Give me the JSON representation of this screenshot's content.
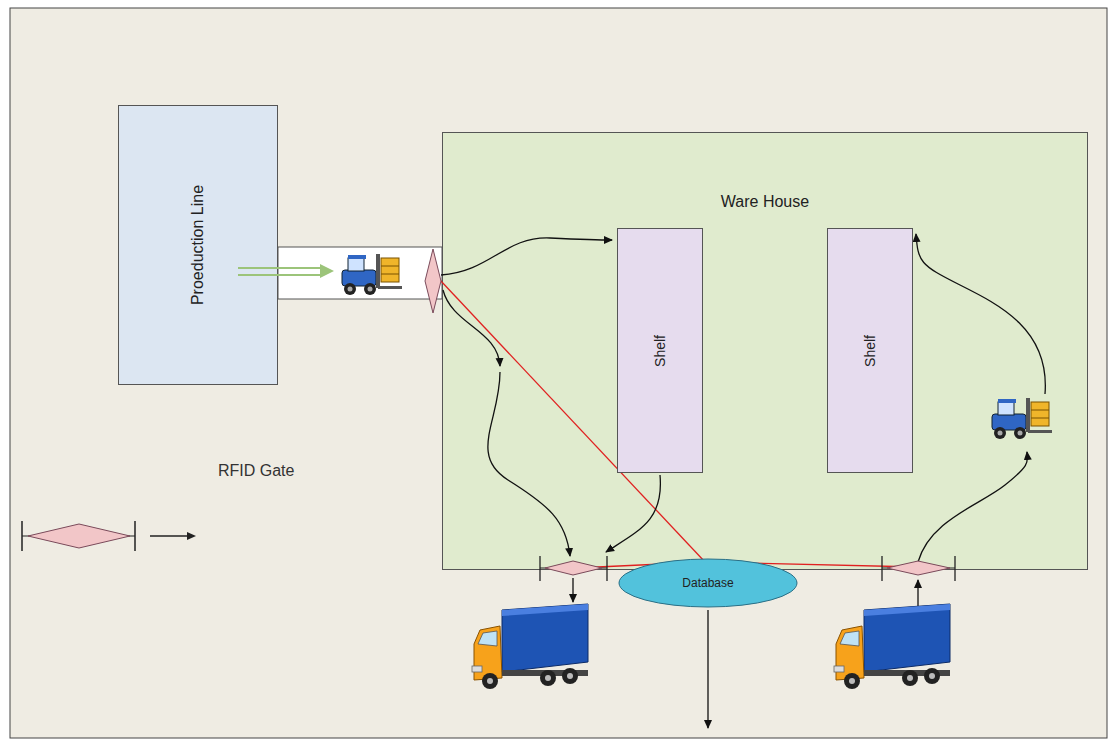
{
  "diagram": {
    "nodes": [
      {
        "text": [
          "Proeduction Line"
        ]
      },
      {
        "text": [
          "Ware House"
        ]
      },
      {
        "text": [
          "Shelf"
        ],
        "in": 1
      },
      {
        "text": [
          "Shelf"
        ],
        "in": 1
      },
      {
        "text": [
          "Database"
        ]
      }
    ],
    "labels": [
      "RFID Gate"
    ]
  }
}
